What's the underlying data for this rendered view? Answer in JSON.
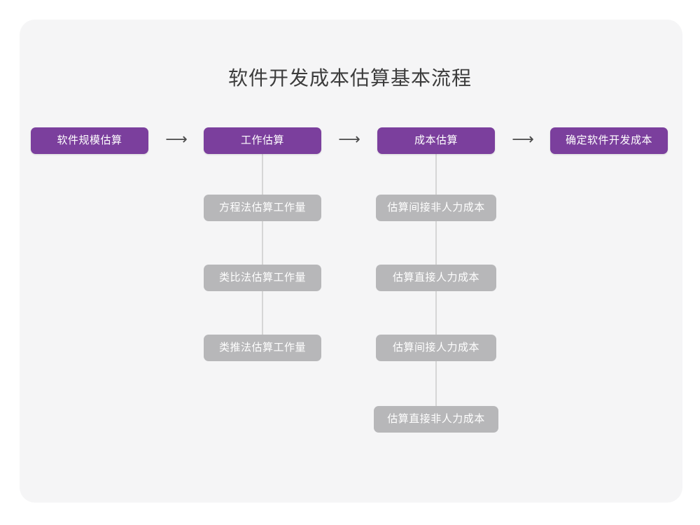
{
  "diagram": {
    "title": "软件开发成本估算基本流程",
    "type": "flowchart",
    "colors": {
      "page_background": "#ffffff",
      "card_background": "#f5f5f6",
      "primary_node": "#7b3f9d",
      "secondary_node": "#b7b7b9",
      "node_text": "#ffffff",
      "title_text": "#3c3c3c",
      "connector_line": "#d6d6d6",
      "arrow": "#4a4a4a"
    },
    "arrow_glyph": "⟶",
    "main_flow": [
      {
        "id": "step-1",
        "label": "软件规模估算"
      },
      {
        "id": "step-2",
        "label": "工作估算"
      },
      {
        "id": "step-3",
        "label": "成本估算"
      },
      {
        "id": "step-4",
        "label": "确定软件开发成本"
      }
    ],
    "arrows": [
      {
        "id": "arrow-1",
        "from": "step-1",
        "to": "step-2",
        "glyph": "⟶"
      },
      {
        "id": "arrow-2",
        "from": "step-2",
        "to": "step-3",
        "glyph": "⟶"
      },
      {
        "id": "arrow-3",
        "from": "step-3",
        "to": "step-4",
        "glyph": "⟶"
      }
    ],
    "branches": [
      {
        "id": "branch-work-estimation",
        "parent": "step-2",
        "items": [
          {
            "id": "work-1",
            "label": "方程法估算工作量"
          },
          {
            "id": "work-2",
            "label": "类比法估算工作量"
          },
          {
            "id": "work-3",
            "label": "类推法估算工作量"
          }
        ]
      },
      {
        "id": "branch-cost-estimation",
        "parent": "step-3",
        "items": [
          {
            "id": "cost-1",
            "label": "估算间接非人力成本"
          },
          {
            "id": "cost-2",
            "label": "估算直接人力成本"
          },
          {
            "id": "cost-3",
            "label": "估算间接人力成本"
          },
          {
            "id": "cost-4",
            "label": "估算直接非人力成本"
          }
        ]
      }
    ]
  }
}
